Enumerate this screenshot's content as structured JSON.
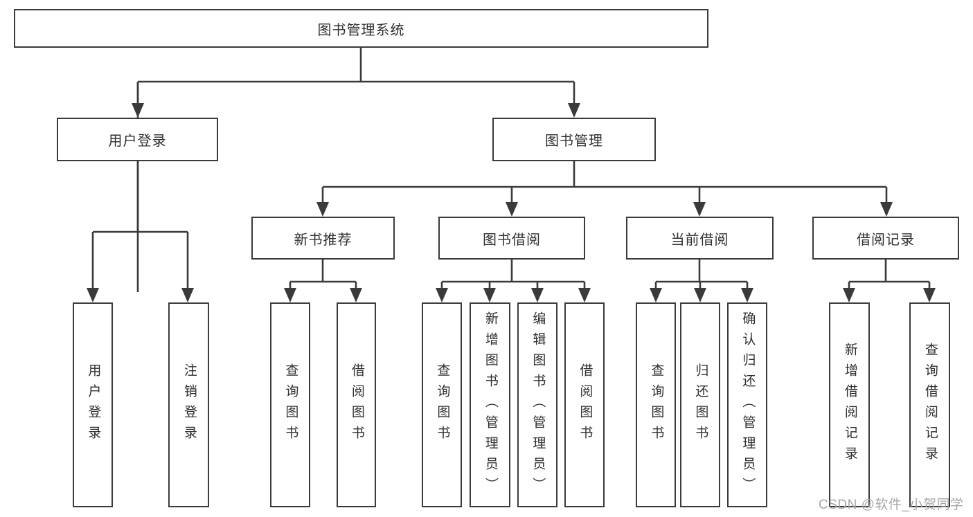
{
  "colors": {
    "line": "#3a3a3a",
    "box_border": "#3a3a3a",
    "text": "#2f2f2f",
    "watermark": "#a6a6a6",
    "background": "#ffffff"
  },
  "root": {
    "label": "图书管理系统"
  },
  "level2": {
    "user_login": "用户登录",
    "book_management": "图书管理"
  },
  "level3": {
    "new_book_recommend": "新书推荐",
    "book_borrowing": "图书借阅",
    "current_borrowing": "当前借阅",
    "borrowing_records": "借阅记录"
  },
  "leaves": {
    "user_login": "用户登录",
    "logout": "注销登录",
    "nb_query_books": "查询图书",
    "nb_borrow_books": "借阅图书",
    "bb_query_books": "查询图书",
    "bb_add_books": "新增图书（管理员）",
    "bb_edit_books": "编辑图书（管理员）",
    "bb_borrow_books": "借阅图书",
    "cb_query_books": "查询图书",
    "cb_return_books": "归还图书",
    "cb_confirm_return": "确认归还（管理员）",
    "br_add_record": "新增借阅记录",
    "br_query_record": "查询借阅记录"
  },
  "watermark": "CSDN @软件_小贺同学"
}
